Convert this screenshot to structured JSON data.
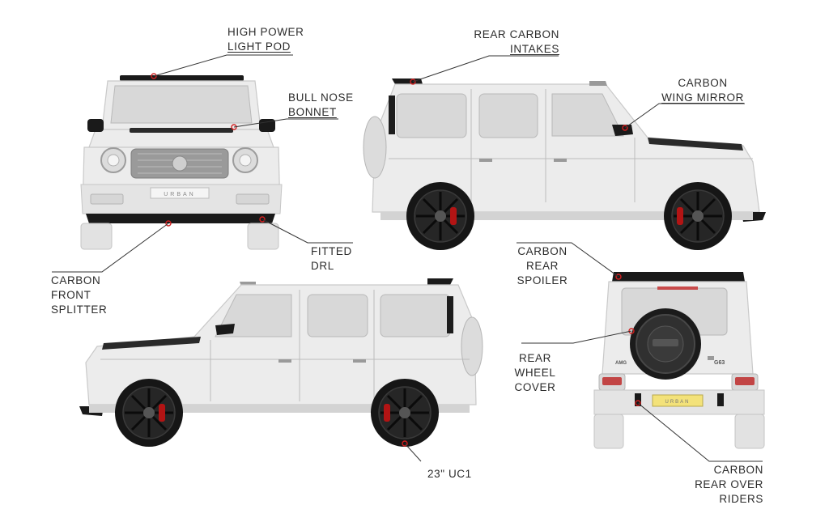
{
  "labels": {
    "high_power_light_pod": [
      "HIGH POWER",
      "LIGHT POD"
    ],
    "bull_nose_bonnet": [
      "BULL NOSE",
      "BONNET"
    ],
    "rear_carbon_intakes": [
      "REAR CARBON",
      "INTAKES"
    ],
    "carbon_wing_mirror": [
      "CARBON",
      "WING MIRROR"
    ],
    "fitted_drl": [
      "FITTED",
      "DRL"
    ],
    "carbon_front_splitter": [
      "CARBON",
      "FRONT",
      "SPLITTER"
    ],
    "carbon_rear_spoiler": [
      "CARBON",
      "REAR",
      "SPOILER"
    ],
    "rear_wheel_cover": [
      "REAR",
      "WHEEL",
      "COVER"
    ],
    "wheel_size": "23\" UC1",
    "carbon_rear_over_riders": [
      "CARBON",
      "REAR OVER",
      "RIDERS"
    ]
  },
  "badges": {
    "front_plate": "URBAN",
    "rear_plate": "URBAN",
    "model_badge": "G63",
    "brand_badge": "AMG"
  },
  "colors": {
    "body": "#ececec",
    "carbon": "#1a1a1a",
    "highlight": "#d21f1f",
    "caliper": "#b31414"
  }
}
